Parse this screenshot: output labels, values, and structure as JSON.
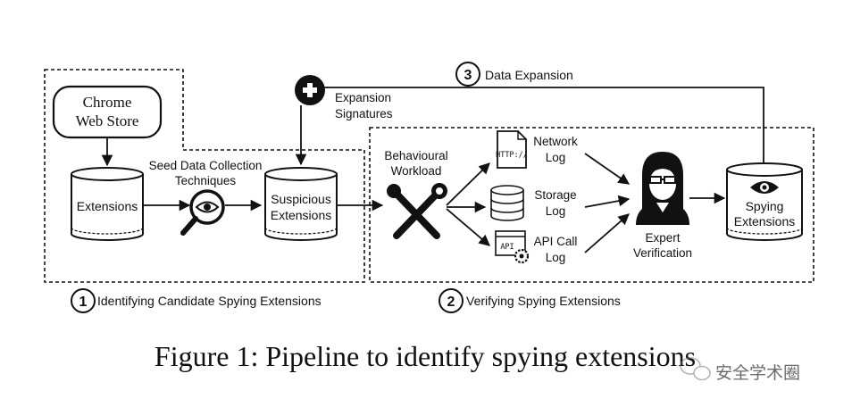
{
  "nodes": {
    "chrome_store": {
      "line1": "Chrome",
      "line2": "Web Store"
    },
    "extensions": {
      "label": "Extensions"
    },
    "seed_data": {
      "line1": "Seed Data Collection",
      "line2": "Techniques"
    },
    "suspicious": {
      "line1": "Suspicious",
      "line2": "Extensions"
    },
    "expansion_signatures": {
      "line1": "Expansion",
      "line2": "Signatures"
    },
    "data_expansion": {
      "number": "3",
      "label": "Data Expansion"
    },
    "behavioural": {
      "line1": "Behavioural",
      "line2": "Workload"
    },
    "network_log": {
      "line1": "Network",
      "line2": "Log",
      "icon_text": "HTTP://"
    },
    "storage_log": {
      "line1": "Storage",
      "line2": "Log"
    },
    "api_log": {
      "line1": "API Call",
      "line2": "Log",
      "icon_text": "API"
    },
    "expert": {
      "line1": "Expert",
      "line2": "Verification"
    },
    "spying": {
      "line1": "Spying",
      "line2": "Extensions"
    }
  },
  "stages": {
    "stage1": {
      "number": "1",
      "label": "Identifying Candidate Spying Extensions"
    },
    "stage2": {
      "number": "2",
      "label": "Verifying Spying Extensions"
    }
  },
  "caption": "Figure 1: Pipeline to identify spying extensions",
  "watermark": "安全学术圈"
}
